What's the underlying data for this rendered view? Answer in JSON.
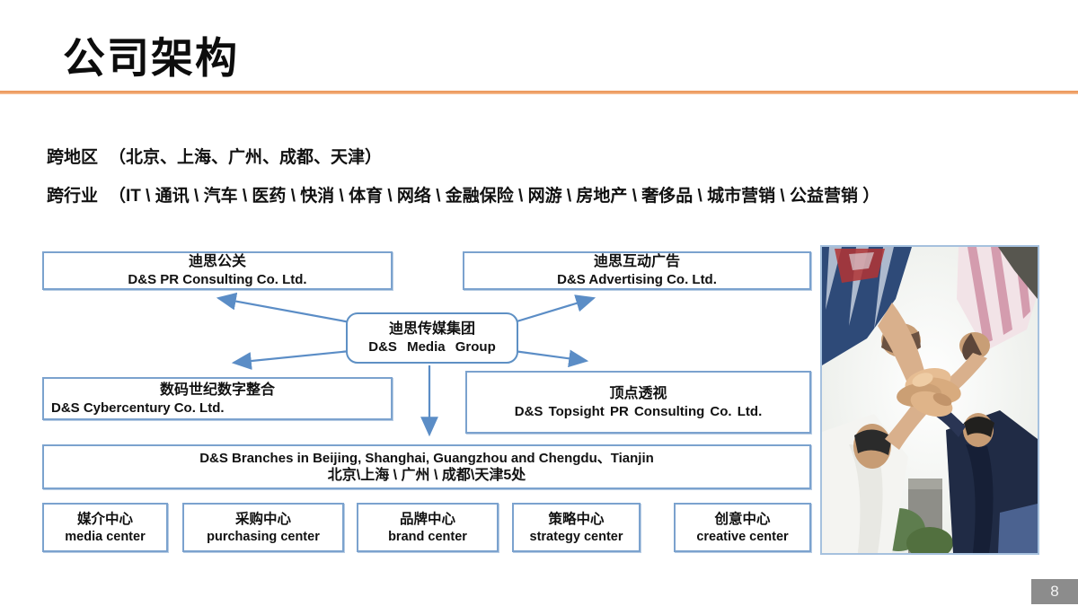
{
  "slide": {
    "title": "公司架构",
    "page_number": "8",
    "accent_color": "#EF9F66",
    "box_border_color": "#7BA2CE",
    "arrow_color": "#5B8DC6",
    "page_tag_color": "#8C8C8C"
  },
  "intro": {
    "line1_label": "跨地区",
    "line1_value": "（北京、上海、广州、成都、天津）",
    "line2_label": "跨行业",
    "line2_value": "（IT \\ 通讯 \\ 汽车 \\ 医药 \\ 快消 \\ 体育 \\ 网络 \\ 金融保险 \\ 网游 \\ 房地产 \\ 奢侈品 \\ 城市营销 \\ 公益营销 ）"
  },
  "org_chart": {
    "center": {
      "zh": "迪思传媒集团",
      "en": "D&S Media Group"
    },
    "pr": {
      "zh": "迪思公关",
      "en": "D&S PR Consulting Co. Ltd."
    },
    "advertising": {
      "zh": "迪思互动广告",
      "en": "D&S Advertising Co. Ltd."
    },
    "cybercentury": {
      "zh": "数码世纪数字整合",
      "en": "D&S Cybercentury Co. Ltd."
    },
    "topsight": {
      "zh": "顶点透视",
      "en": "D&S Topsight PR Consulting Co. Ltd."
    },
    "branches": {
      "en": "D&S Branches in Beijing, Shanghai, Guangzhou and Chengdu、Tianjin",
      "zh": "北京\\上海 \\ 广州 \\ 成都\\天津5处"
    },
    "centers": [
      {
        "zh": "媒介中心",
        "en": "media center"
      },
      {
        "zh": "采购中心",
        "en": "purchasing center"
      },
      {
        "zh": "品牌中心",
        "en": "brand center"
      },
      {
        "zh": "策略中心",
        "en": "strategy center"
      },
      {
        "zh": "创意中心",
        "en": "creative center"
      }
    ]
  }
}
